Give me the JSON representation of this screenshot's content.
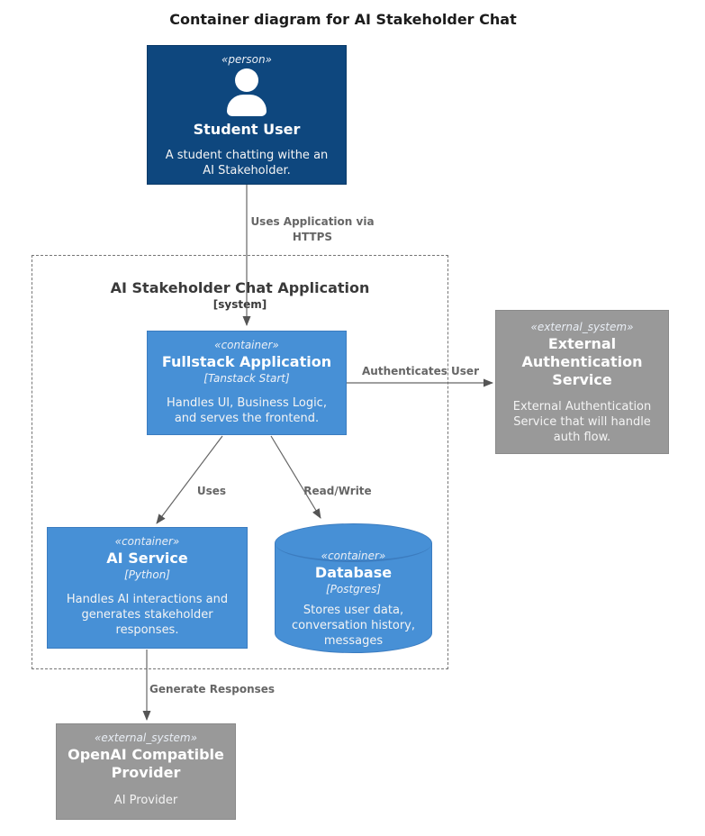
{
  "title": "Container diagram for AI Stakeholder Chat",
  "colors": {
    "person_fill": "#0e477e",
    "container_fill": "#4790d6",
    "external_fill": "#999999",
    "edge_line": "#666666",
    "edge_label": "#666666"
  },
  "boundary": {
    "name": "AI Stakeholder Chat Application",
    "type": "[system]"
  },
  "nodes": {
    "student_user": {
      "stereotype": "«person»",
      "name": "Student User",
      "desc": "A student chatting withe an AI Stakeholder."
    },
    "fullstack": {
      "stereotype": "«container»",
      "name": "Fullstack Application",
      "tech": "[Tanstack Start]",
      "desc": "Handles UI, Business Logic, and serves the frontend."
    },
    "ext_auth": {
      "stereotype": "«external_system»",
      "name": "External Authentication Service",
      "desc": "External Authentication Service that will handle auth flow."
    },
    "ai_service": {
      "stereotype": "«container»",
      "name": "AI Service",
      "tech": "[Python]",
      "desc": "Handles AI interactions and generates stakeholder responses."
    },
    "database": {
      "stereotype": "«container»",
      "name": "Database",
      "tech": "[Postgres]",
      "desc": "Stores user data, conversation history, messages"
    },
    "openai": {
      "stereotype": "«external_system»",
      "name": "OpenAI Compatible Provider",
      "desc": "AI Provider"
    }
  },
  "edges": {
    "uses_https": {
      "label": "Uses Application via HTTPS"
    },
    "authenticates": {
      "label": "Authenticates User"
    },
    "uses": {
      "label": "Uses"
    },
    "read_write": {
      "label": "Read/Write"
    },
    "generate": {
      "label": "Generate Responses"
    }
  }
}
